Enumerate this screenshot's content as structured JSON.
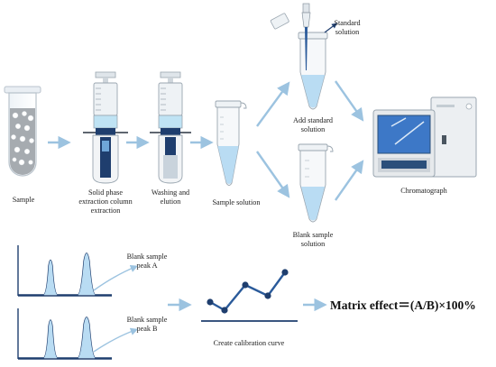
{
  "labels": {
    "sample": "Sample",
    "spe_1": "Solid phase",
    "spe_2": "extraction column",
    "spe_3": "extraction",
    "wash_1": "Washing and",
    "wash_2": "elution",
    "sample_solution": "Sample solution",
    "standard_1": "Standard",
    "standard_2": "solution",
    "add_std_1": "Add standard",
    "add_std_2": "solution",
    "blank_1": "Blank sample",
    "blank_2": "solution",
    "chromatograph": "Chromatograph",
    "peak_a_1": "Blank sample",
    "peak_a_2": "peak A",
    "peak_b_1": "Blank sample",
    "peak_b_2": "peak B",
    "calibration": "Create calibration curve",
    "formula": "Matrix effect＝(A/B)×100%"
  },
  "colors": {
    "arrow": "#9cc3e0",
    "liquid": "#b9dcf3",
    "dark_blue": "#1f3e6e",
    "curve_blue": "#2a5a9a",
    "instrument": "#e7eaee",
    "screen": "#3d78c7"
  }
}
